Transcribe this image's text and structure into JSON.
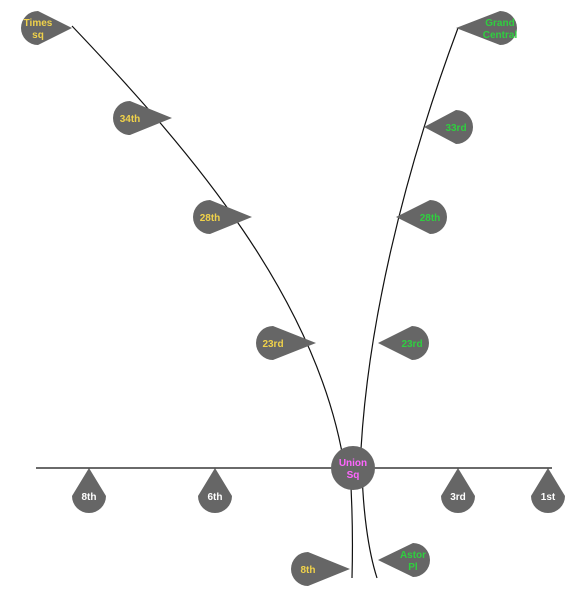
{
  "colors": {
    "line": "#111111",
    "marker": "#666666",
    "yellow_label": "#f0d24a",
    "green_label": "#2fcf3f",
    "hub_label": "#ff66ff"
  },
  "hub": {
    "lines": [
      "Union",
      "Sq"
    ],
    "color_key": "hub_label"
  },
  "stations": [
    {
      "id": "times-sq",
      "lines": [
        "Times",
        "sq"
      ],
      "color_key": "yellow_label"
    },
    {
      "id": "34th",
      "lines": [
        "34th"
      ],
      "color_key": "yellow_label"
    },
    {
      "id": "28th-west",
      "lines": [
        "28th"
      ],
      "color_key": "yellow_label"
    },
    {
      "id": "23rd-west",
      "lines": [
        "23rd"
      ],
      "color_key": "yellow_label"
    },
    {
      "id": "grand-central",
      "lines": [
        "Grand",
        "Central"
      ],
      "color_key": "green_label"
    },
    {
      "id": "33rd",
      "lines": [
        "33rd"
      ],
      "color_key": "green_label"
    },
    {
      "id": "28th-east",
      "lines": [
        "28th"
      ],
      "color_key": "green_label"
    },
    {
      "id": "23rd-east",
      "lines": [
        "23rd"
      ],
      "color_key": "green_label"
    },
    {
      "id": "8th-ave",
      "lines": [
        "8th"
      ],
      "color_key": "white"
    },
    {
      "id": "6th-ave",
      "lines": [
        "6th"
      ],
      "color_key": "white"
    },
    {
      "id": "3rd-ave",
      "lines": [
        "3rd"
      ],
      "color_key": "white"
    },
    {
      "id": "1st-ave",
      "lines": [
        "1st"
      ],
      "color_key": "white"
    },
    {
      "id": "8th-st",
      "lines": [
        "8th"
      ],
      "color_key": "yellow_label"
    },
    {
      "id": "astor-pl",
      "lines": [
        "Astor",
        "Pl"
      ],
      "color_key": "green_label"
    }
  ]
}
